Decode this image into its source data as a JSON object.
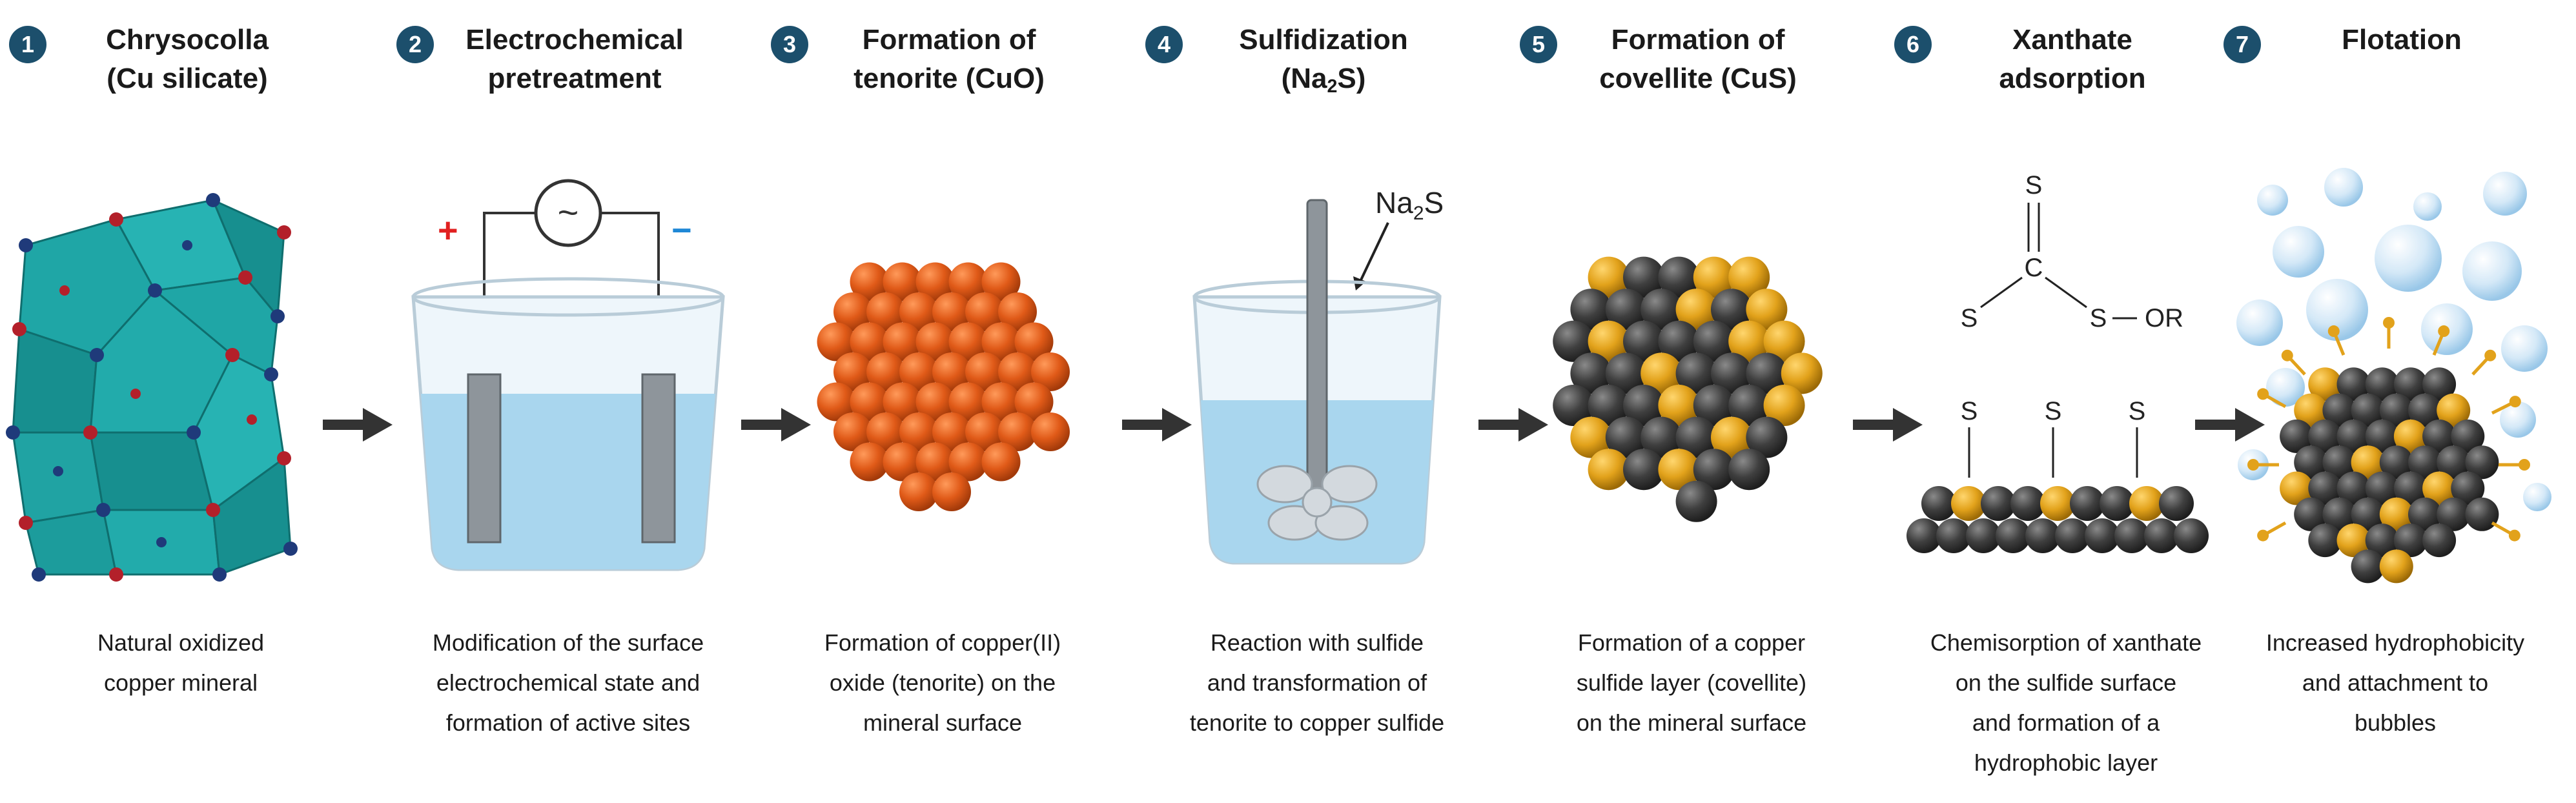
{
  "colors": {
    "badge": "#1c4f6c",
    "arrow": "#333333",
    "chrysocolla": "#1fa6a6",
    "tenorite": "#e05a18",
    "copper_atom": "#e2a21b",
    "sulfur_atom": "#3f3f3f",
    "water": "#a9d6ee",
    "plus": "#e12020",
    "minus": "#1f88d6"
  },
  "steps": [
    {
      "number": "1",
      "title_lines": [
        "Chrysocolla",
        "(Cu silicate)"
      ],
      "description_lines": [
        "Natural oxidized",
        "copper mineral"
      ],
      "icon": "chrysocolla-crystal-icon"
    },
    {
      "number": "2",
      "title_lines": [
        "Electrochemical",
        "pretreatment"
      ],
      "description_lines": [
        "Modification of the surface",
        "electrochemical state and",
        "formation of active sites"
      ],
      "icon": "electrochemical-cell-icon",
      "plus_label": "+",
      "minus_label": "−",
      "ac_symbol": "~"
    },
    {
      "number": "3",
      "title_lines": [
        "Formation of",
        "tenorite (CuO)"
      ],
      "description_lines": [
        "Formation of copper(II)",
        "oxide (tenorite) on the",
        "mineral surface"
      ],
      "icon": "tenorite-particle-icon"
    },
    {
      "number": "4",
      "title_lines": [
        "Sulfidization",
        "(Na2S)"
      ],
      "description_lines": [
        "Reaction with sulfide",
        "and transformation of",
        "tenorite to copper sulfide"
      ],
      "icon": "stirred-beaker-icon",
      "reagent_label": "Na2S"
    },
    {
      "number": "5",
      "title_lines": [
        "Formation of",
        "covellite (CuS)"
      ],
      "description_lines": [
        "Formation of a copper",
        "sulfide layer (covellite)",
        "on the mineral surface"
      ],
      "icon": "covellite-particle-icon"
    },
    {
      "number": "6",
      "title_lines": [
        "Xanthate",
        "adsorption"
      ],
      "description_lines": [
        "Chemisorption of xanthate",
        "on the sulfide surface",
        "and formation of a",
        "hydrophobic layer"
      ],
      "icon": "xanthate-adsorption-icon",
      "structure_atoms": {
        "s_top": "S",
        "carbon": "C",
        "s_left": "S",
        "s_right": "S",
        "or_group": "OR"
      },
      "surface_labels": [
        "S",
        "S",
        "S"
      ]
    },
    {
      "number": "7",
      "title_lines": [
        "Flotation"
      ],
      "description_lines": [
        "Increased hydrophobicity",
        "and attachment to",
        "bubbles"
      ],
      "icon": "flotation-bubbles-icon"
    }
  ],
  "arrows": [
    {
      "from": "1",
      "to": "2"
    },
    {
      "from": "2",
      "to": "3"
    },
    {
      "from": "3",
      "to": "4"
    },
    {
      "from": "4",
      "to": "5"
    },
    {
      "from": "5",
      "to": "6"
    },
    {
      "from": "6",
      "to": "7"
    }
  ]
}
